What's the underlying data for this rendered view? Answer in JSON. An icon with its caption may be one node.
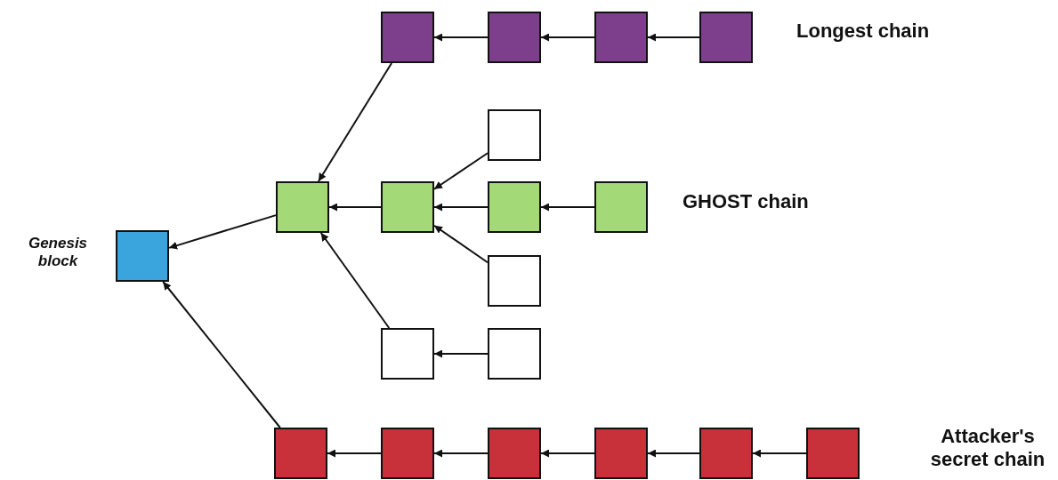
{
  "diagram": {
    "nodes": [
      {
        "text": [],
        "shape": "box",
        "beside": [
          "Genesis block"
        ]
      },
      {
        "text": [],
        "shape": "box"
      },
      {
        "text": [],
        "shape": "box"
      },
      {
        "text": [],
        "shape": "box"
      },
      {
        "text": [],
        "shape": "box"
      },
      {
        "text": [],
        "shape": "box"
      },
      {
        "text": [],
        "shape": "box"
      },
      {
        "text": [],
        "shape": "box"
      },
      {
        "text": [],
        "shape": "box"
      },
      {
        "text": [],
        "shape": "box"
      },
      {
        "text": [],
        "shape": "box"
      },
      {
        "text": [],
        "shape": "box"
      },
      {
        "text": [],
        "shape": "box"
      },
      {
        "text": [],
        "shape": "box"
      },
      {
        "text": [],
        "shape": "box"
      },
      {
        "text": [],
        "shape": "box"
      },
      {
        "text": [],
        "shape": "box"
      },
      {
        "text": [],
        "shape": "box"
      },
      {
        "text": [],
        "shape": "box"
      }
    ],
    "edges": [
      {
        "from": 1,
        "to": 0,
        "arrow": "to"
      },
      {
        "from": 2,
        "to": 1,
        "arrow": "to"
      },
      {
        "from": 3,
        "to": 2,
        "arrow": "to"
      },
      {
        "from": 4,
        "to": 3,
        "arrow": "to"
      },
      {
        "from": 5,
        "to": 4,
        "arrow": "to"
      },
      {
        "from": 7,
        "to": 1,
        "arrow": "to"
      },
      {
        "from": 6,
        "to": 7,
        "arrow": "to"
      },
      {
        "from": 8,
        "to": 7,
        "arrow": "to"
      },
      {
        "from": 9,
        "to": 8,
        "arrow": "to"
      },
      {
        "from": 10,
        "to": 7,
        "arrow": "to"
      },
      {
        "from": 11,
        "to": 1,
        "arrow": "to"
      },
      {
        "from": 12,
        "to": 11,
        "arrow": "to"
      },
      {
        "from": 13,
        "to": 0,
        "arrow": "to"
      },
      {
        "from": 14,
        "to": 13,
        "arrow": "to"
      },
      {
        "from": 15,
        "to": 14,
        "arrow": "to"
      },
      {
        "from": 16,
        "to": 15,
        "arrow": "to"
      },
      {
        "from": 17,
        "to": 16,
        "arrow": "to"
      },
      {
        "from": 18,
        "to": 17,
        "arrow": "to"
      }
    ],
    "labels": [
      "Longest chain",
      "GHOST chain",
      "Attacker's secret chain"
    ]
  }
}
